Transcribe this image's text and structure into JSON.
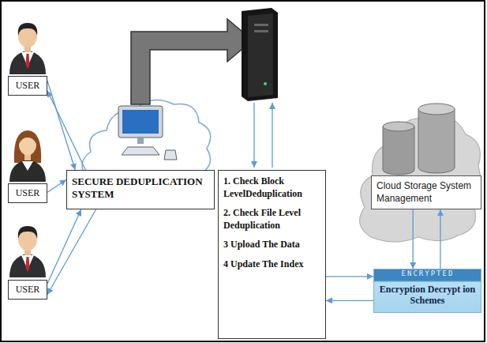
{
  "diagram": {
    "nodes": [
      {
        "text": [
          "USER"
        ]
      },
      {
        "text": [
          "USER"
        ]
      },
      {
        "text": [
          "USER"
        ]
      },
      {
        "text": [
          "SECURE DEDUPLICATION SYSTEM"
        ]
      },
      {
        "text": [
          "1. Check Block LevelDeduplication",
          "2. Check File Level Deduplication",
          "3 Upload The Data",
          "4 Update The Index"
        ]
      },
      {
        "text": [
          "Cloud Storage System Management"
        ]
      },
      {
        "text": [
          "Encryption Decrypt ion Schemes"
        ]
      }
    ],
    "edges": [
      {
        "from": 0,
        "to": 3,
        "arrow": "to"
      },
      {
        "from": 3,
        "to": 0,
        "arrow": "to"
      },
      {
        "from": 1,
        "to": 3,
        "arrow": "to"
      },
      {
        "from": 2,
        "to": 3,
        "arrow": "to"
      },
      {
        "from": 3,
        "to": 2,
        "arrow": "to"
      },
      {
        "from": 4,
        "to": 6,
        "arrow": "to"
      },
      {
        "from": 6,
        "to": 4,
        "arrow": "to"
      },
      {
        "from": 5,
        "to": 6,
        "arrow": "to"
      },
      {
        "from": 6,
        "to": 5,
        "arrow": "to"
      }
    ],
    "labels": [
      "ENCRYPTED"
    ]
  }
}
